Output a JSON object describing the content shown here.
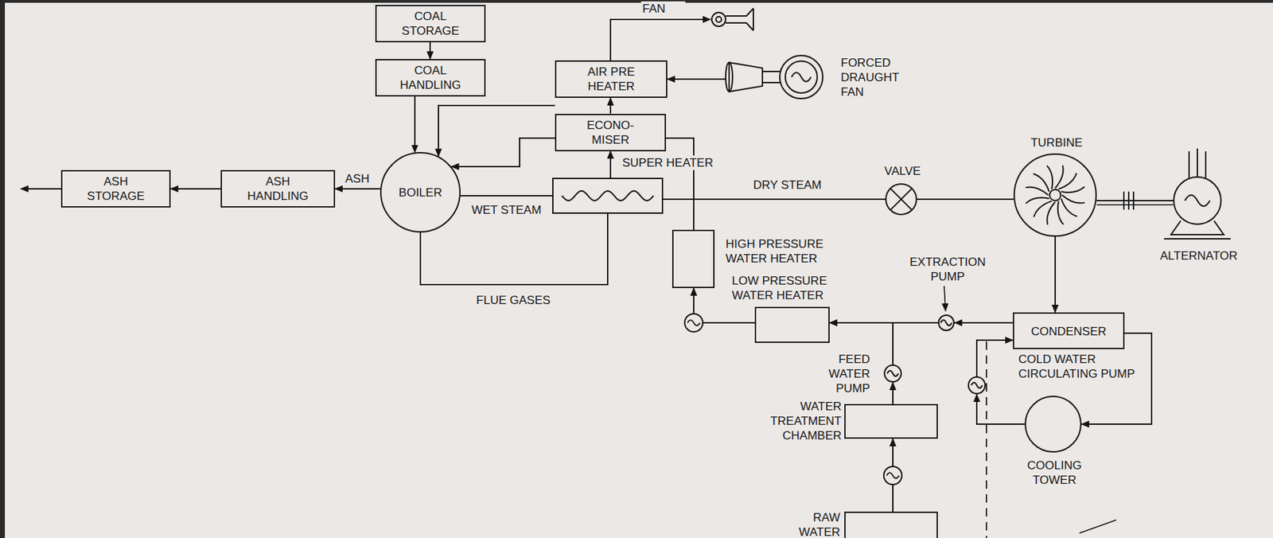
{
  "diagram": {
    "nodes": [
      {
        "text": [
          "COAL STORAGE"
        ]
      },
      {
        "text": [
          "FAN"
        ]
      },
      {
        "text": [
          "COAL HANDLING"
        ]
      },
      {
        "text": [
          "AIR PRE HEATER"
        ]
      },
      {
        "text": [
          "FORCED DRAUGHT FAN"
        ]
      },
      {
        "text": [
          "ECONO-MISER"
        ]
      },
      {
        "text": [
          "TURBINE"
        ]
      },
      {
        "text": [
          "ASH STORAGE"
        ]
      },
      {
        "text": [
          "ASH HANDLING"
        ]
      },
      {
        "text": [
          "BOILER"
        ]
      },
      {
        "text": [
          "SUPER HEATER"
        ]
      },
      {
        "text": [
          "VALVE"
        ]
      },
      {
        "text": [
          "ALTERNATOR"
        ]
      },
      {
        "text": [
          "HIGH PRESSURE WATER HEATER"
        ]
      },
      {
        "text": [
          "EXTRACTION PUMP"
        ]
      },
      {
        "text": [
          "LOW PRESSURE WATER HEATER"
        ]
      },
      {
        "text": [
          "CONDENSER"
        ]
      },
      {
        "text": [
          "COLD WATER CIRCULATING PUMP"
        ]
      },
      {
        "text": [
          "FEED WATER PUMP"
        ]
      },
      {
        "text": [
          "WATER TREATMENT CHAMBER"
        ]
      },
      {
        "text": [
          "COOLING TOWER"
        ]
      },
      {
        "text": [
          "RAW WATER"
        ]
      }
    ],
    "edges": [
      {
        "from": 0,
        "to": 2,
        "arrow": "to"
      },
      {
        "from": 2,
        "to": 9,
        "arrow": "to"
      },
      {
        "from": 4,
        "to": 3,
        "arrow": "to"
      },
      {
        "from": 3,
        "to": 1,
        "arrow": "to"
      },
      {
        "from": 3,
        "to": 9,
        "arrow": "to"
      },
      {
        "from": 5,
        "to": 9,
        "arrow": "to"
      },
      {
        "from": 5,
        "to": 3,
        "arrow": "to"
      },
      {
        "from": 10,
        "to": 5,
        "arrow": "to"
      },
      {
        "from": 9,
        "to": 10,
        "label": "WET STEAM",
        "arrow": "none"
      },
      {
        "from": 9,
        "to": 10,
        "label": "FLUE GASES",
        "arrow": "none"
      },
      {
        "from": 10,
        "to": 11,
        "label": "DRY STEAM",
        "arrow": "none"
      },
      {
        "from": 11,
        "to": 6,
        "arrow": "none"
      },
      {
        "from": 6,
        "to": 12,
        "arrow": "none"
      },
      {
        "from": 6,
        "to": 16,
        "arrow": "to"
      },
      {
        "from": 16,
        "to": 14,
        "arrow": "to"
      },
      {
        "from": 14,
        "to": 15,
        "arrow": "to"
      },
      {
        "from": 18,
        "to": 15,
        "arrow": "to"
      },
      {
        "from": 15,
        "to": 13,
        "arrow": "to"
      },
      {
        "from": 13,
        "to": 5,
        "arrow": "none"
      },
      {
        "from": 19,
        "to": 18,
        "arrow": "to"
      },
      {
        "from": 21,
        "to": 19,
        "arrow": "to"
      },
      {
        "from": 16,
        "to": 20,
        "arrow": "to"
      },
      {
        "from": 20,
        "to": 17,
        "arrow": "to"
      },
      {
        "from": 17,
        "to": 16,
        "arrow": "to"
      },
      {
        "from": 9,
        "to": 8,
        "label": "ASH",
        "arrow": "to"
      },
      {
        "from": 8,
        "to": 7,
        "arrow": "to"
      }
    ]
  }
}
